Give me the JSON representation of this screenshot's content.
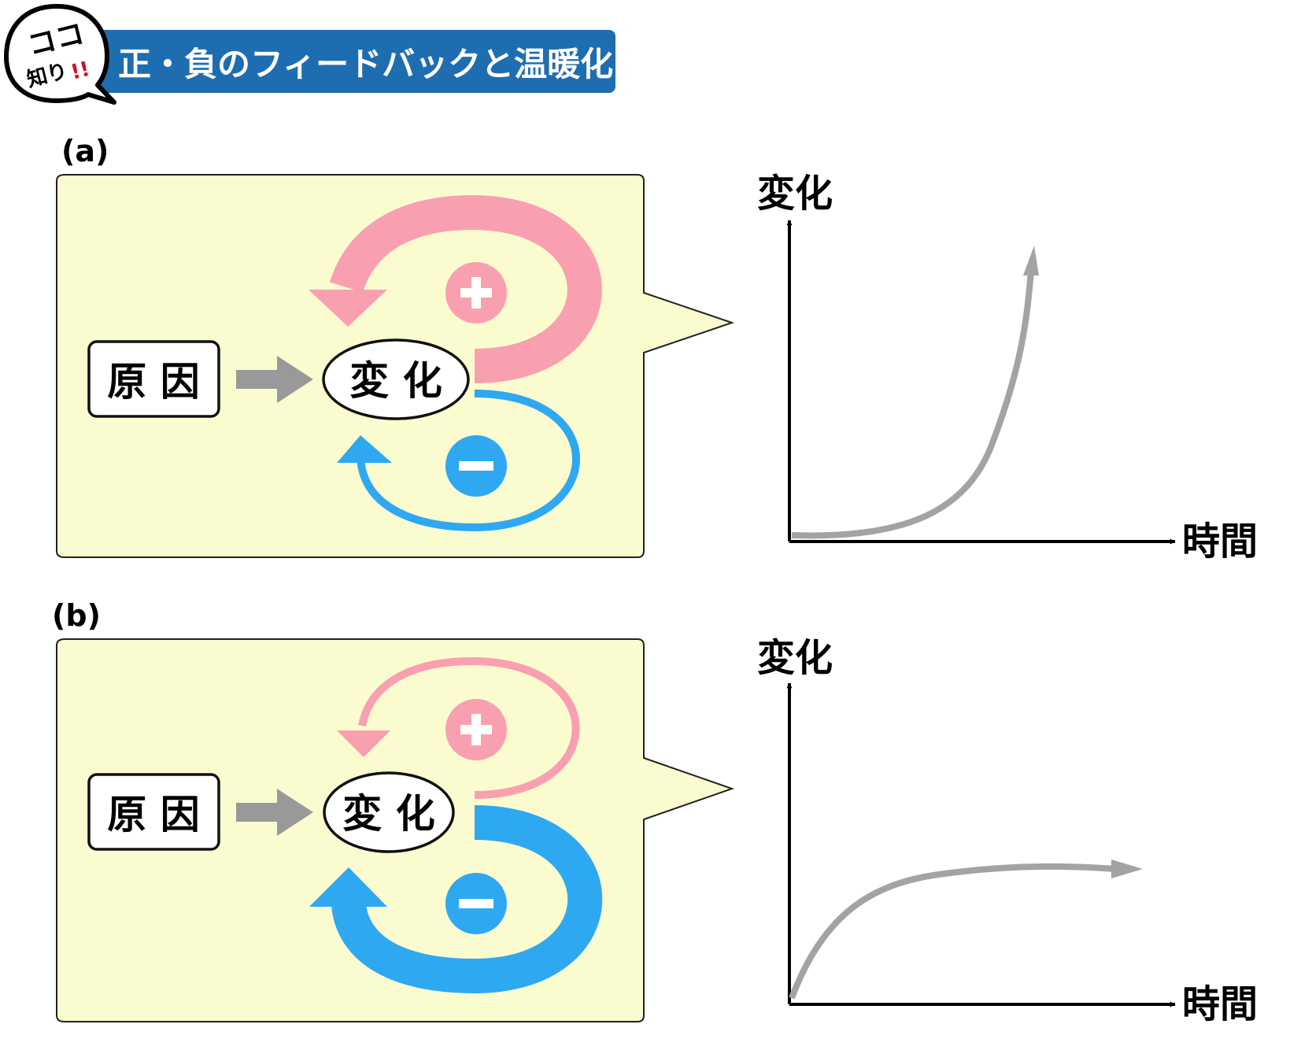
{
  "header": {
    "badge_line1": "ココ",
    "badge_line2": "知り",
    "badge_marks": "!!",
    "title": "正・負のフィードバックと温暖化"
  },
  "panels": [
    {
      "label": "(a)",
      "cause": "原 因",
      "change": "変 化",
      "plus_sign": "+",
      "minus_sign": "−",
      "dominant": "positive",
      "graph_y_label": "変化",
      "graph_x_label": "時間",
      "curve": "exponential growth"
    },
    {
      "label": "(b)",
      "cause": "原 因",
      "change": "変 化",
      "plus_sign": "+",
      "minus_sign": "−",
      "dominant": "negative",
      "graph_y_label": "変化",
      "graph_x_label": "時間",
      "curve": "saturating growth"
    }
  ],
  "colors": {
    "header_bg": "#1f6db1",
    "panel_bg": "#fbfbd0",
    "positive": "#f9a0b0",
    "negative": "#2ea8f0",
    "cause_arrow": "#999999",
    "curve": "#a3a3a3",
    "badge_red": "#d0102a"
  }
}
